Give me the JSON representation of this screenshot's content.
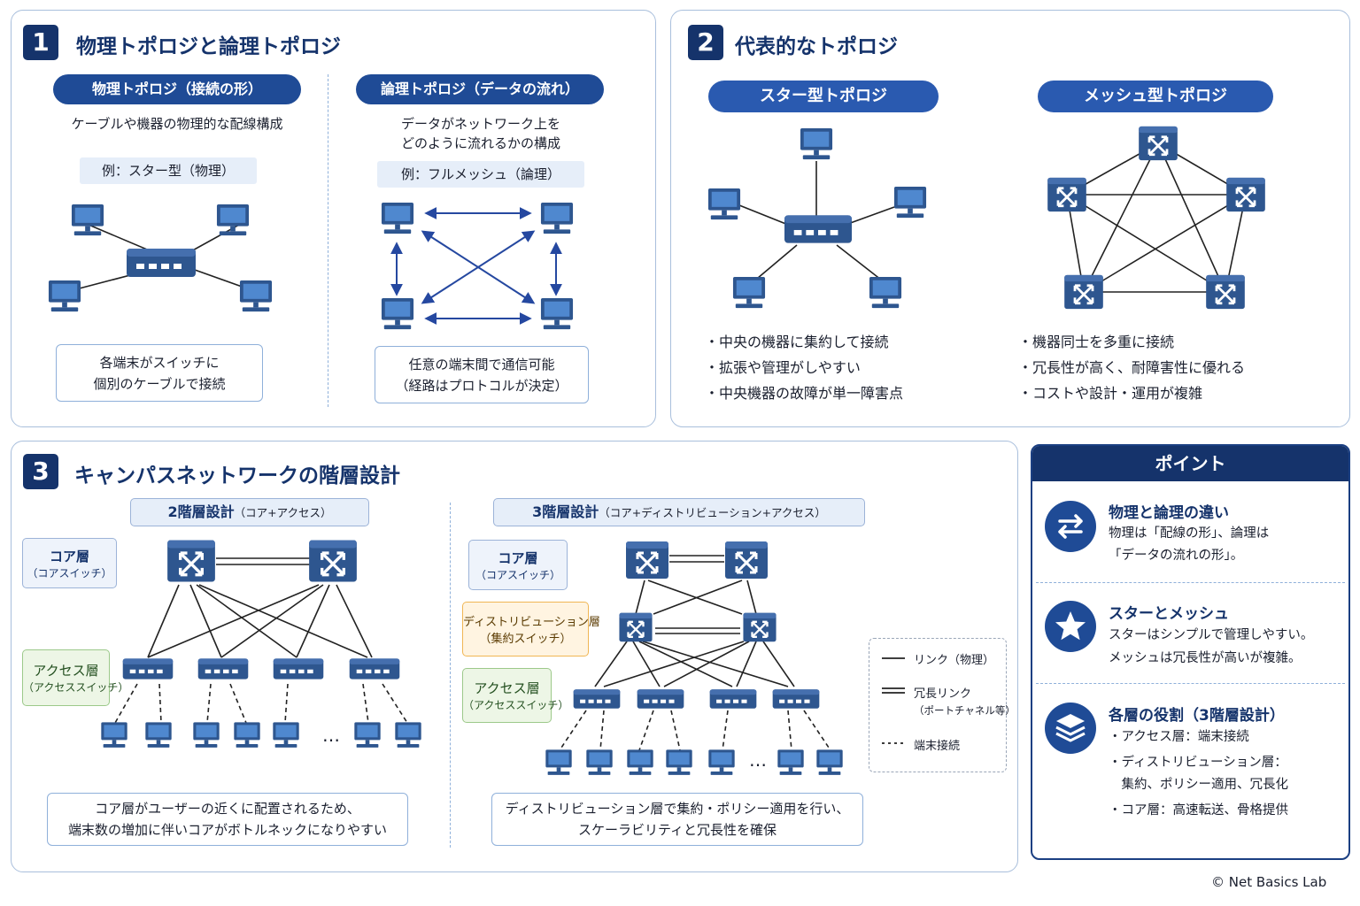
{
  "section1": {
    "number": "1",
    "title": "物理トポロジと論理トポロジ",
    "physical": {
      "label": "物理トポロジ（接続の形）",
      "description": "ケーブルや機器の物理的な配線構成",
      "example": "例：スター型（物理）",
      "note_line1": "各端末がスイッチに",
      "note_line2": "個別のケーブルで接続"
    },
    "logical": {
      "label": "論理トポロジ（データの流れ）",
      "description_line1": "データがネットワーク上を",
      "description_line2": "どのように流れるかの構成",
      "example": "例：フルメッシュ（論理）",
      "note_line1": "任意の端末間で通信可能",
      "note_line2": "（経路はプロトコルが決定）"
    }
  },
  "section2": {
    "number": "2",
    "title": "代表的なトポロジ",
    "star": {
      "label": "スター型トポロジ",
      "bullets": [
        "中央の機器に集約して接続",
        "拡張や管理がしやすい",
        "中央機器の故障が単一障害点"
      ]
    },
    "mesh": {
      "label": "メッシュ型トポロジ",
      "bullets": [
        "機器同士を多重に接続",
        "冗長性が高く、耐障害性に優れる",
        "コストや設計・運用が複雑"
      ]
    }
  },
  "section3": {
    "number": "3",
    "title": "キャンパスネットワークの階層設計",
    "two_tier": {
      "label": "2階層設計",
      "label_sub": "（コア+アクセス）",
      "core_label": "コア層",
      "core_sub": "（コアスイッチ）",
      "access_label": "アクセス層",
      "access_sub": "（アクセススイッチ）",
      "ellipsis": "…",
      "note_line1": "コア層がユーザーの近くに配置されるため、",
      "note_line2": "端末数の増加に伴いコアがボトルネックになりやすい"
    },
    "three_tier": {
      "label": "3階層設計",
      "label_sub": "（コア+ディストリビューション+アクセス）",
      "core_label": "コア層",
      "core_sub": "（コアスイッチ）",
      "dist_label": "ディストリビューション層",
      "dist_sub": "（集約スイッチ）",
      "access_label": "アクセス層",
      "access_sub": "（アクセススイッチ）",
      "ellipsis": "…",
      "note_line1": "ディストリビューション層で集約・ポリシー適用を行い、",
      "note_line2": "スケーラビリティと冗長性を確保"
    },
    "legend": {
      "link": "リンク（物理）",
      "redundant": "冗長リンク",
      "redundant_sub": "（ポートチャネル等）",
      "terminal": "端末接続"
    }
  },
  "point": {
    "header": "ポイント",
    "items": [
      {
        "icon": "swap-arrows-icon",
        "title": "物理と論理の違い",
        "lines": [
          "物理は「配線の形」、論理は",
          "「データの流れの形」。"
        ]
      },
      {
        "icon": "star-icon",
        "title": "スターとメッシュ",
        "lines": [
          "スターはシンプルで管理しやすい。",
          "メッシュは冗長性が高いが複雑。"
        ]
      },
      {
        "icon": "layers-icon",
        "title": "各層の役割（3階層設計）",
        "lines": [
          "・アクセス層：端末接続",
          "・ディストリビューション層：",
          "　集約、ポリシー適用、冗長化",
          "・コア層：高速転送、骨格提供"
        ]
      }
    ]
  },
  "copyright": "© Net Basics Lab",
  "colors": {
    "navy": "#15336b",
    "accent": "#1f4b96",
    "border": "#a9bfdc",
    "device": "#2e568f",
    "orange_tier": "#fff4e1",
    "green_tier": "#edf6e6"
  }
}
